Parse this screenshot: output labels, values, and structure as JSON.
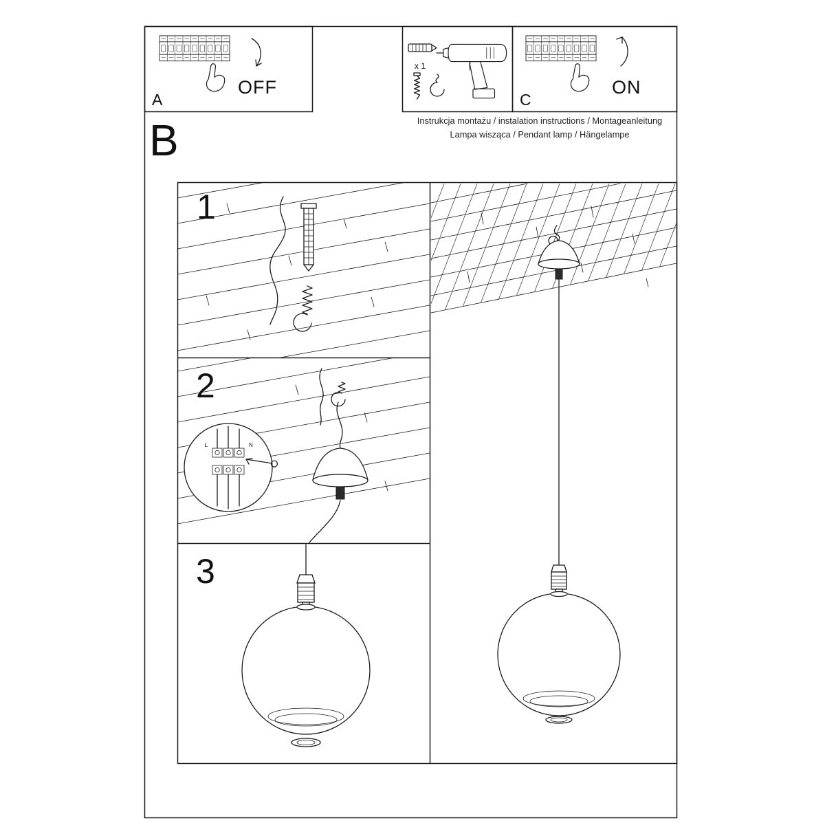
{
  "colors": {
    "ink": "#1a1a1a",
    "paper": "#ffffff"
  },
  "header": {
    "panel_a": {
      "label": "A",
      "state": "OFF"
    },
    "panel_c": {
      "label": "C",
      "state": "ON"
    },
    "tools": {
      "dowel_qty": "x 1"
    }
  },
  "titles": {
    "section_b": "B",
    "line1": "Instrukcja montażu / instalation instructions / Montageanleitung",
    "line2": "Lampa wisząca / Pendant lamp / Hängelampe"
  },
  "steps": {
    "s1": "1",
    "s2": "2",
    "s3": "3"
  },
  "wiring": {
    "l": "L",
    "n": "N"
  }
}
